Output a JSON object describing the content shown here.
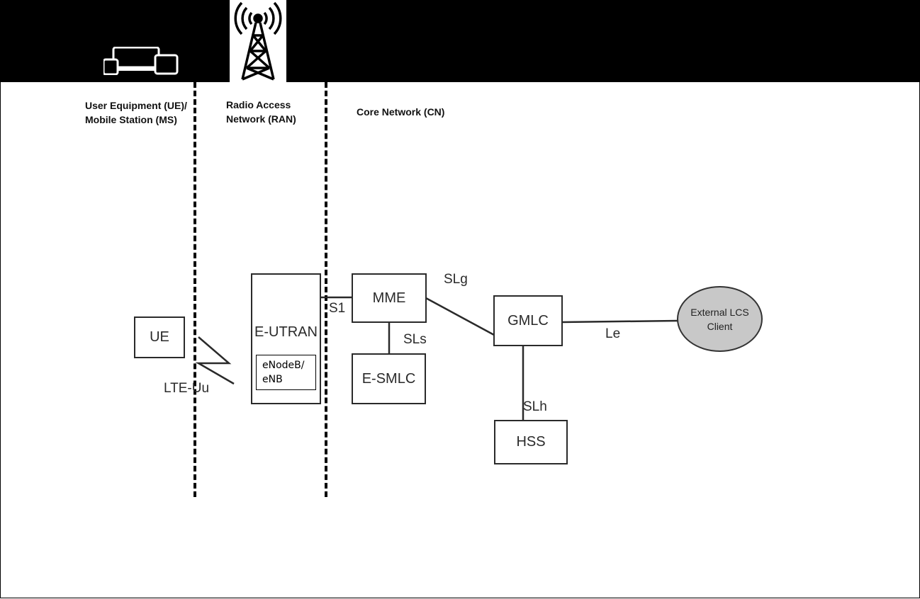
{
  "regions": {
    "ue_label": "User Equipment (UE)/\nMobile Station (MS)",
    "ran_label": "Radio Access\nNetwork (RAN)",
    "cn_label": "Core Network (CN)"
  },
  "icons": {
    "devices": "devices-icon",
    "tower": "radio-tower-icon"
  },
  "nodes": {
    "ue": "UE",
    "eutran": "E-UTRAN",
    "enodeb": "eNodeB/\neNB",
    "mme": "MME",
    "esmlc": "E-SMLC",
    "gmlc": "GMLC",
    "hss": "HSS",
    "lcs_client": "External LCS\nClient"
  },
  "interfaces": {
    "lte_uu": "LTE-Uu",
    "s1": "S1",
    "slg": "SLg",
    "sls": "SLs",
    "slh": "SLh",
    "le": "Le"
  },
  "colors": {
    "header": "#000000",
    "client_fill": "#c8c8c8",
    "line": "#2a2a2a"
  }
}
